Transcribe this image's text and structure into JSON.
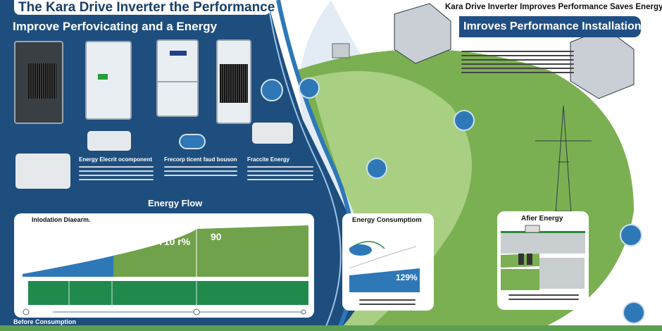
{
  "header": {
    "title": "The Kara Drive Inverter the Performance",
    "subtitle": "Improve Perfovicating and a Energy",
    "right_title": "Kara Drive Inverter Improves Performance Saves Energy",
    "right_banner": "Imroves Performance Installation"
  },
  "sections": {
    "col1_heading": "Energy Elecrit ocomponent",
    "col2_heading": "Frecorp ticent faud bouson",
    "col3_heading": "Fraccite Energy",
    "energy_flow": "Energy Flow",
    "installation_diagram": "Inlodation Diaearm.",
    "before_consumption": "Before Consumption",
    "energy_consumption": "Energy Consumptiom",
    "after_energy": "Afier Energy"
  },
  "figures": {
    "flow_percent": "710 r%",
    "flow_value": "90",
    "consumption_percent": "129%"
  },
  "colors": {
    "navy": "#1e4e7e",
    "green": "#6fa24a",
    "dark_green": "#1f8a4c",
    "blue": "#2e78b8"
  }
}
